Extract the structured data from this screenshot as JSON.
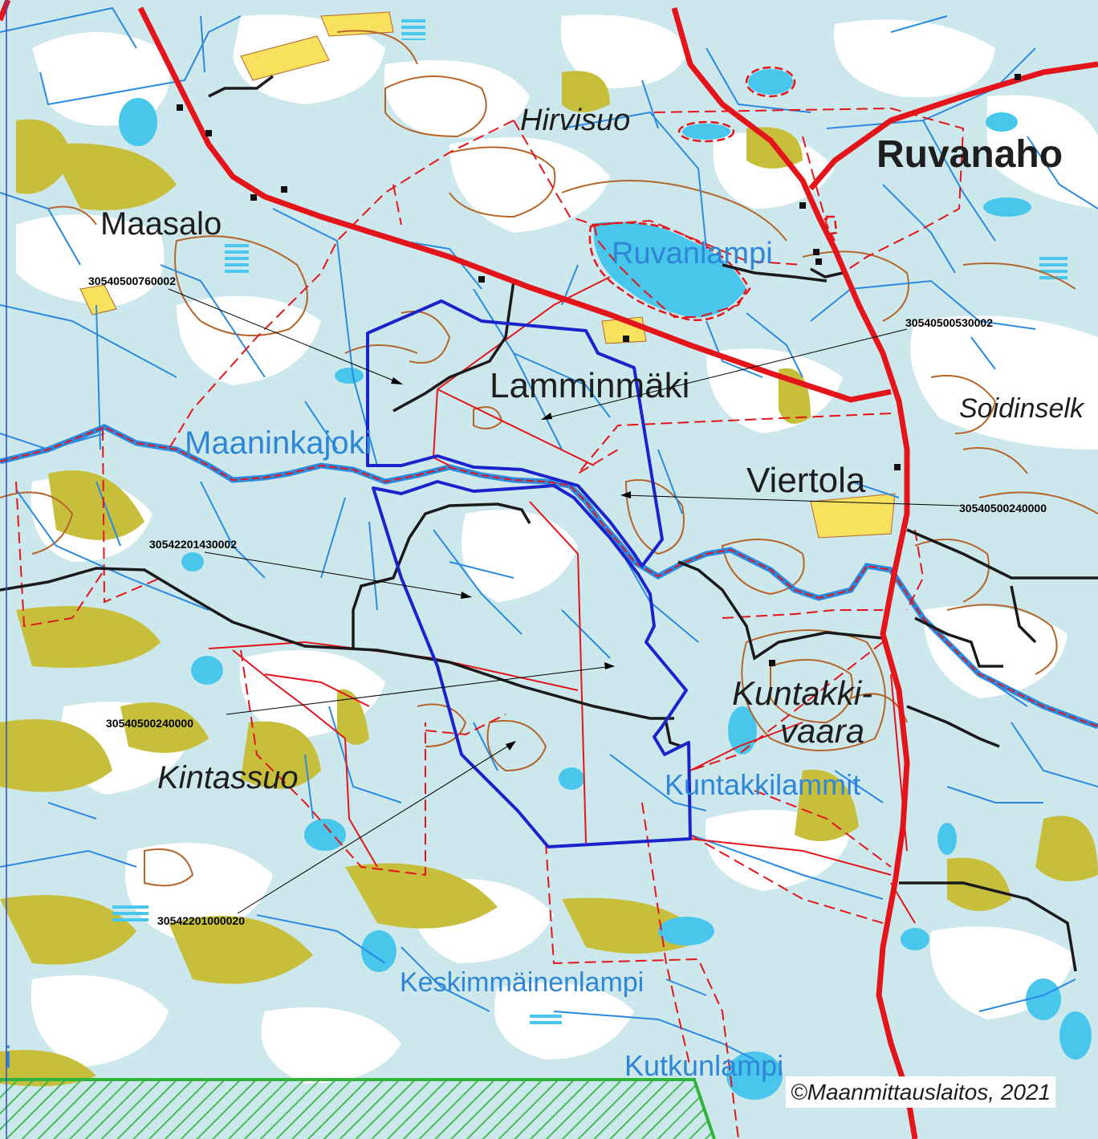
{
  "map": {
    "colors": {
      "marsh": "#cde8ec",
      "land": "#ffffff",
      "forest_moss": "#c7bf3c",
      "lake": "#49c6ec",
      "contour": "#b5652a",
      "stream": "#2a8ae0",
      "main_road": "#e3151b",
      "local_road": "#1a1a1a",
      "property_boundary": "#e3151b",
      "project_area": "#1a23cc",
      "conservation": "#2fb33a",
      "field": "#f8e25d"
    },
    "places": [
      {
        "id": "hirvisuo",
        "text": "Hirvisuo",
        "style": "italic"
      },
      {
        "id": "ruvanaho",
        "text": "Ruvanaho",
        "style": "bold"
      },
      {
        "id": "maasalo",
        "text": "Maasalo",
        "style": "regular"
      },
      {
        "id": "ruvanlampi",
        "text": "Ruvanlampi",
        "style": "water"
      },
      {
        "id": "lamminmaki",
        "text": "Lamminmäki",
        "style": "regular"
      },
      {
        "id": "soidinselk",
        "text": "Soidinselk",
        "style": "italic"
      },
      {
        "id": "maaninkajoki",
        "text": "Maaninkajoki",
        "style": "water"
      },
      {
        "id": "viertola",
        "text": "Viertola",
        "style": "regular"
      },
      {
        "id": "kuntakki1",
        "text": "Kuntakki-",
        "style": "italic"
      },
      {
        "id": "kuntakki2",
        "text": "vaara",
        "style": "italic"
      },
      {
        "id": "kuntakkilammit",
        "text": "Kuntakkilammit",
        "style": "water"
      },
      {
        "id": "kintassuo",
        "text": "Kintassuo",
        "style": "italic"
      },
      {
        "id": "keskimmainenlampi",
        "text": "Keskimmäinenlampi",
        "style": "water"
      },
      {
        "id": "kutkunlampi",
        "text": "Kutkunlampi",
        "style": "water"
      },
      {
        "id": "edge_i",
        "text": "i",
        "style": "water"
      }
    ],
    "parcels": [
      {
        "id": "p1",
        "code": "30540500760002"
      },
      {
        "id": "p2",
        "code": "30540500530002"
      },
      {
        "id": "p3",
        "code": "30540500240000"
      },
      {
        "id": "p4",
        "code": "30542201430002"
      },
      {
        "id": "p5",
        "code": "30540500240000"
      },
      {
        "id": "p6",
        "code": "30542201000020"
      }
    ],
    "copyright": "©Maanmittauslaitos, 2021"
  }
}
